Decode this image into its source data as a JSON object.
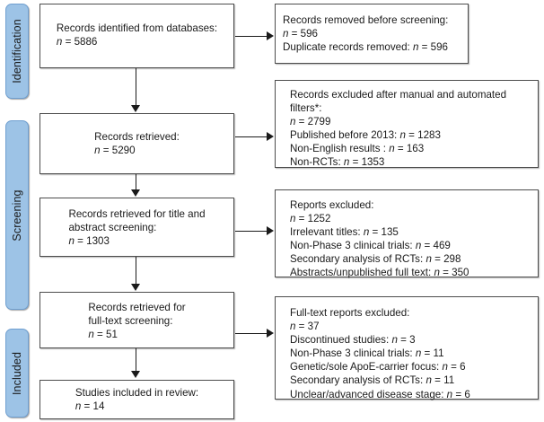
{
  "diagram": {
    "title": "PRISMA study selection flow diagram",
    "accent_color": "#9DC3E6",
    "box_border_color": "#4d4d4d",
    "connector_color": "#1a1a1a",
    "background_color": "#ffffff"
  },
  "stages": [
    {
      "id": "identification",
      "label": "Identification"
    },
    {
      "id": "screening",
      "label": "Screening"
    },
    {
      "id": "included",
      "label": "Included"
    }
  ],
  "left_boxes": [
    {
      "id": "records-identified",
      "lines": [
        {
          "text": "Records identified from databases:",
          "italic_prefix": ""
        },
        {
          "text": " = 5886",
          "italic_prefix": "n"
        }
      ]
    },
    {
      "id": "records-retrieved",
      "lines": [
        {
          "text": "Records retrieved:",
          "italic_prefix": ""
        },
        {
          "text": " = 5290",
          "italic_prefix": "n"
        }
      ]
    },
    {
      "id": "records-title-abstract-screening",
      "lines": [
        {
          "text": "Records retrieved for title and",
          "italic_prefix": ""
        },
        {
          "text": "abstract screening:",
          "italic_prefix": ""
        },
        {
          "text": " = 1303",
          "italic_prefix": "n"
        }
      ]
    },
    {
      "id": "records-fulltext-screening",
      "lines": [
        {
          "text": "Records retrieved for",
          "italic_prefix": ""
        },
        {
          "text": "full-text screening:",
          "italic_prefix": ""
        },
        {
          "text": " = 51",
          "italic_prefix": "n"
        }
      ]
    },
    {
      "id": "studies-included",
      "lines": [
        {
          "text": "Studies included in review:",
          "italic_prefix": ""
        },
        {
          "text": " = 14",
          "italic_prefix": "n"
        }
      ]
    }
  ],
  "right_boxes": [
    {
      "id": "records-removed-before-screening",
      "lines": [
        {
          "text": "Records removed before screening:",
          "italic_prefix": ""
        },
        {
          "text": " = 596",
          "italic_prefix": "n"
        },
        {
          "text": "Duplicate records removed: ",
          "italic_prefix": "",
          "italic_mid": "n",
          "text_after": " = 596"
        }
      ]
    },
    {
      "id": "records-excluded-filters",
      "lines": [
        {
          "text": "Records excluded after manual and automated",
          "italic_prefix": ""
        },
        {
          "text": "filters*:",
          "italic_prefix": ""
        },
        {
          "text": " = 2799",
          "italic_prefix": "n"
        },
        {
          "text": "Published before 2013: ",
          "italic_prefix": "",
          "italic_mid": "n",
          "text_after": " = 1283"
        },
        {
          "text": "Non-English results : ",
          "italic_prefix": "",
          "italic_mid": "n",
          "text_after": " = 163"
        },
        {
          "text": "Non-RCTs: ",
          "italic_prefix": "",
          "italic_mid": "n",
          "text_after": " = 1353"
        }
      ]
    },
    {
      "id": "reports-excluded",
      "lines": [
        {
          "text": "Reports excluded:",
          "italic_prefix": ""
        },
        {
          "text": " = 1252",
          "italic_prefix": "n"
        },
        {
          "text": "Irrelevant titles: ",
          "italic_prefix": "",
          "italic_mid": "n",
          "text_after": " = 135"
        },
        {
          "text": "Non-Phase 3 clinical trials: ",
          "italic_prefix": "",
          "italic_mid": "n",
          "text_after": " = 469"
        },
        {
          "text": "Secondary analysis of RCTs: ",
          "italic_prefix": "",
          "italic_mid": "n",
          "text_after": " = 298"
        },
        {
          "text": "Abstracts/unpublished full text: ",
          "italic_prefix": "",
          "italic_mid": "n",
          "text_after": " = 350"
        }
      ]
    },
    {
      "id": "fulltext-reports-excluded",
      "lines": [
        {
          "text": "Full-text reports excluded:",
          "italic_prefix": ""
        },
        {
          "text": " = 37",
          "italic_prefix": "n"
        },
        {
          "text": "Discontinued studies: ",
          "italic_prefix": "",
          "italic_mid": "n",
          "text_after": " = 3"
        },
        {
          "text": "Non-Phase 3 clinical trials: ",
          "italic_prefix": "",
          "italic_mid": "n",
          "text_after": " = 11"
        },
        {
          "text": "Genetic/sole ApoE-carrier focus: ",
          "italic_prefix": "",
          "italic_mid": "n",
          "text_after": " = 6"
        },
        {
          "text": "Secondary analysis of RCTs: ",
          "italic_prefix": "",
          "italic_mid": "n",
          "text_after": " = 11"
        },
        {
          "text": "Unclear/advanced disease stage: ",
          "italic_prefix": "",
          "italic_mid": "n",
          "text_after": " = 6"
        }
      ]
    }
  ]
}
